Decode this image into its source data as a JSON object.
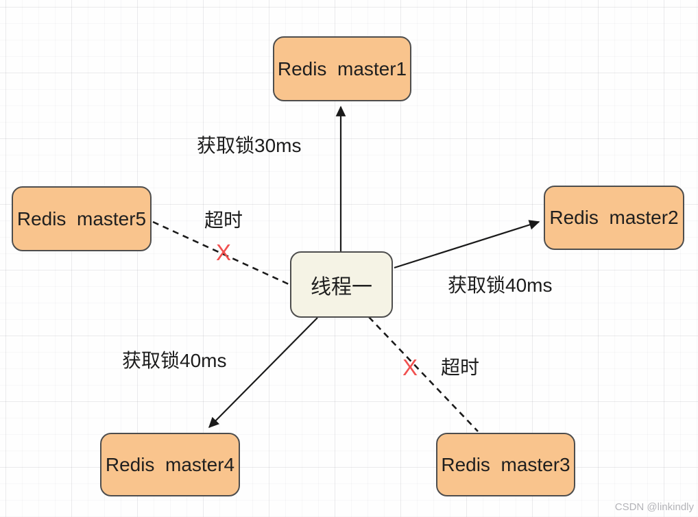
{
  "diagram": {
    "watermark": "CSDN @linkindly",
    "colors": {
      "master_fill": "#f9c48d",
      "node_border": "#4d4d4d",
      "thread_fill": "#f5f3e5",
      "edge_stroke": "#1a1a1a",
      "fail_mark_color": "#f0504f"
    },
    "nodes": {
      "thread": {
        "label": "线程一"
      },
      "master1": {
        "label": "Redis  master1"
      },
      "master2": {
        "label": "Redis  master2"
      },
      "master3": {
        "label": "Redis  master3"
      },
      "master4": {
        "label": "Redis  master4"
      },
      "master5": {
        "label": "Redis  master5"
      }
    },
    "edges": {
      "thread_to_master1": {
        "label": "获取锁30ms",
        "style": "solid-arrow"
      },
      "thread_to_master2": {
        "label": "获取锁40ms",
        "style": "solid-arrow"
      },
      "thread_to_master4": {
        "label": "获取锁40ms",
        "style": "solid-arrow"
      },
      "master5_to_thread": {
        "label": "超时",
        "mark": "X",
        "style": "dashed-timeout"
      },
      "thread_to_master3": {
        "label": "超时",
        "mark": "X",
        "style": "dashed-timeout"
      }
    }
  }
}
